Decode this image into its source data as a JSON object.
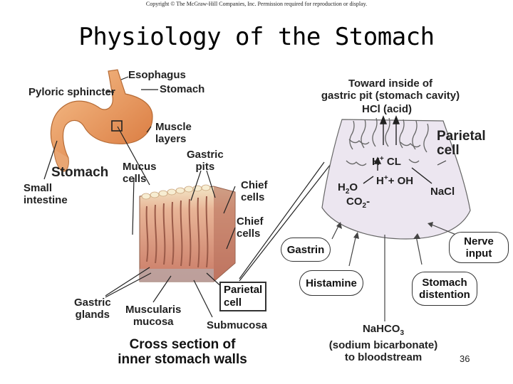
{
  "header": {
    "copyright": "Copyright © The McGraw-Hill Companies, Inc. Permission required for reproduction or display.",
    "title": "Physiology of the Stomach"
  },
  "left_labels": {
    "esophagus": "Esophagus",
    "stomach_small": "Stomach",
    "pyloric_sphincter": "Pyloric sphincter",
    "muscle_layers_1": "Muscle",
    "muscle_layers_2": "layers",
    "gastric_pits_1": "Gastric",
    "gastric_pits_2": "pits",
    "stomach_large": "Stomach",
    "mucus_cells_1": "Mucus",
    "mucus_cells_2": "cells",
    "chief_cells_a_1": "Chief",
    "chief_cells_a_2": "cells",
    "chief_cells_b_1": "Chief",
    "chief_cells_b_2": "cells",
    "small_intestine_1": "Small",
    "small_intestine_2": "intestine",
    "gastric_glands_1": "Gastric",
    "gastric_glands_2": "glands",
    "muscularis_mucosa_1": "Muscularis",
    "muscularis_mucosa_2": "mucosa",
    "submucosa": "Submucosa",
    "parietal_cell_box_1": "Parietal",
    "parietal_cell_box_2": "cell",
    "caption_1": "Cross section of",
    "caption_2": "inner stomach walls"
  },
  "right_labels": {
    "toward_1": "Toward inside of",
    "toward_2": "gastric pit (stomach cavity)",
    "hcl": "HCl (acid)",
    "parietal_1": "Parietal",
    "parietal_2": "cell",
    "h_cl_h": "H",
    "h_cl_plus": "+",
    "h_cl_cl": "CL",
    "h_oh_h": "H",
    "h_oh_plus": "+",
    "h_oh_rest": "+ OH",
    "h2o_h": "H",
    "h2o_sub": "2",
    "h2o_o": "O",
    "co2_co": "CO",
    "co2_sub": "2",
    "co2_dash": "-",
    "nacl": "NaCl",
    "gastrin": "Gastrin",
    "nerve_1": "Nerve",
    "nerve_2": "input",
    "histamine": "Histamine",
    "distention_1": "Stomach",
    "distention_2": "distention",
    "nahco3_1": "NaHCO",
    "nahco3_sub": "3",
    "nahco3_2": "(sodium bicarbonate)",
    "nahco3_3": "to bloodstream"
  },
  "footer": {
    "page_number": "36"
  },
  "colors": {
    "stomach_orange": "#e89a5a",
    "tissue_pink": "#d98c6c",
    "cell_fill": "#ece6f0",
    "line": "#333333"
  }
}
